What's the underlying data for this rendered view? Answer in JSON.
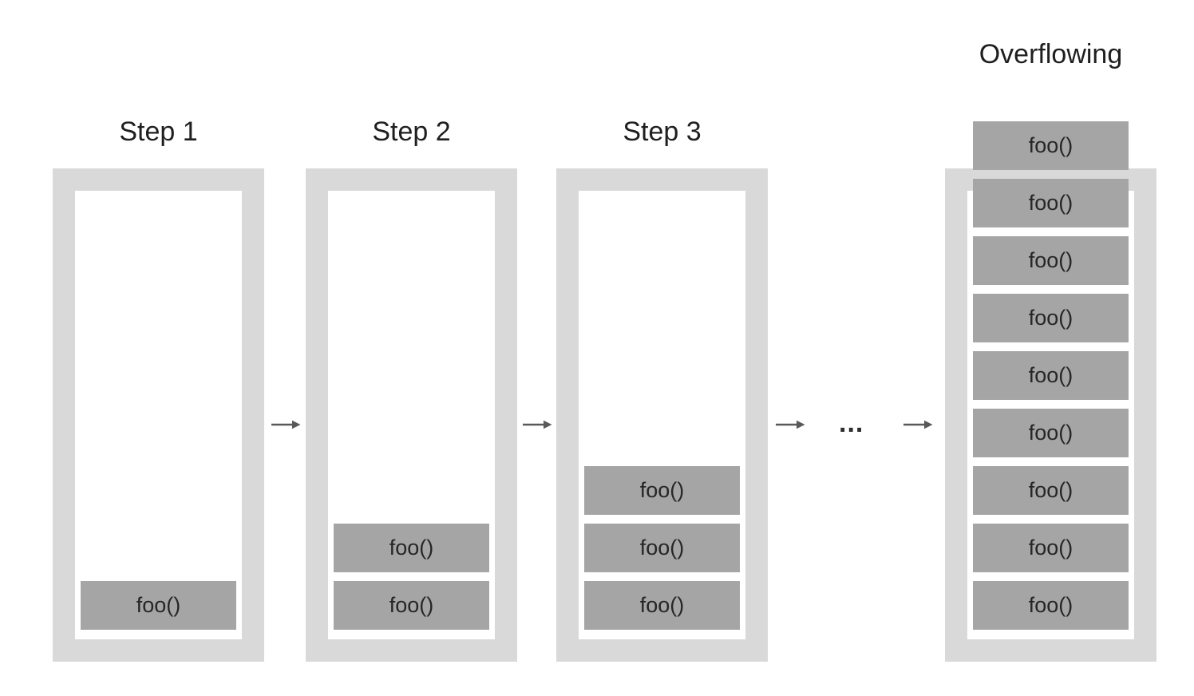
{
  "page": {
    "background": "#ffffff"
  },
  "colors": {
    "stack_frame_bg": "#d9d9d9",
    "stack_inner_bg": "#ffffff",
    "call_block_bg": "#a5a5a5",
    "arrow_color": "#595959",
    "text_color": "#1f1f1f"
  },
  "stacks": [
    {
      "label": "Step 1",
      "frames": [
        "foo()"
      ]
    },
    {
      "label": "Step 2",
      "frames": [
        "foo()",
        "foo()"
      ]
    },
    {
      "label": "Step 3",
      "frames": [
        "foo()",
        "foo()",
        "foo()"
      ]
    },
    {
      "label": "Overflowing",
      "frames": [
        "foo()",
        "foo()",
        "foo()",
        "foo()",
        "foo()",
        "foo()",
        "foo()",
        "foo()",
        "foo()"
      ]
    }
  ],
  "connectors": {
    "ellipsis": "..."
  }
}
